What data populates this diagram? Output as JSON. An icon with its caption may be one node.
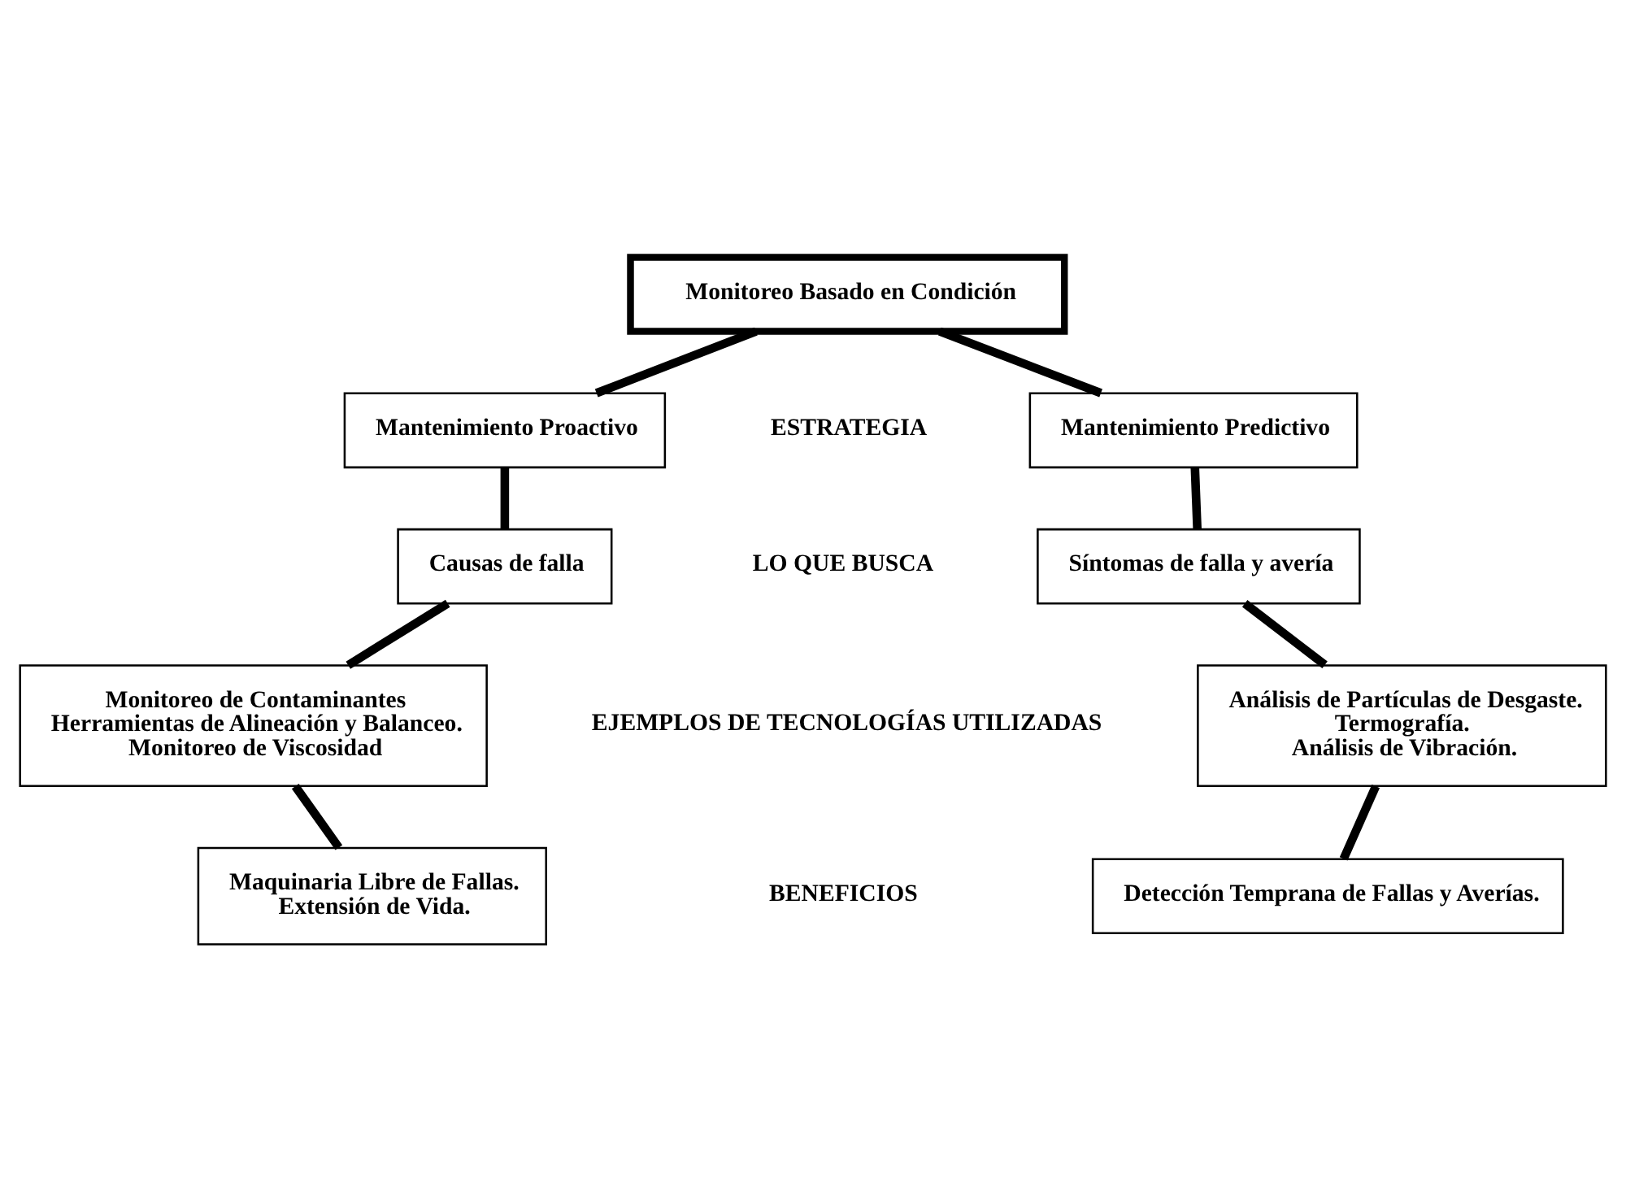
{
  "diagram": {
    "nodes": [
      {
        "text": [
          "Monitoreo Basado en Condición"
        ]
      },
      {
        "text": [
          "Mantenimiento Proactivo"
        ]
      },
      {
        "text": [
          "Mantenimiento Predictivo"
        ]
      },
      {
        "text": [
          "Causas de falla"
        ]
      },
      {
        "text": [
          "Síntomas de falla y avería"
        ]
      },
      {
        "text": [
          "Monitoreo de Contaminantes",
          "Herramientas de Alineación y Balanceo.",
          "Monitoreo de Viscosidad"
        ]
      },
      {
        "text": [
          "Análisis de Partículas de Desgaste.",
          "Termografía.",
          "Análisis de Vibración."
        ]
      },
      {
        "text": [
          "Maquinaria Libre de Fallas.",
          "Extensión de Vida."
        ]
      },
      {
        "text": [
          "Detección Temprana de Fallas y Averías."
        ]
      }
    ],
    "edges": [
      {
        "from": 0,
        "to": 1,
        "arrow": "none"
      },
      {
        "from": 0,
        "to": 2,
        "arrow": "none"
      },
      {
        "from": 1,
        "to": 3,
        "arrow": "none"
      },
      {
        "from": 3,
        "to": 5,
        "arrow": "none"
      },
      {
        "from": 5,
        "to": 7,
        "arrow": "none"
      },
      {
        "from": 2,
        "to": 4,
        "arrow": "none"
      },
      {
        "from": 4,
        "to": 6,
        "arrow": "none"
      },
      {
        "from": 6,
        "to": 8,
        "arrow": "none"
      }
    ],
    "labels": [
      "ESTRATEGIA",
      "LO QUE BUSCA",
      "EJEMPLOS DE TECNOLOGÍAS UTILIZADAS",
      "BENEFICIOS"
    ]
  }
}
